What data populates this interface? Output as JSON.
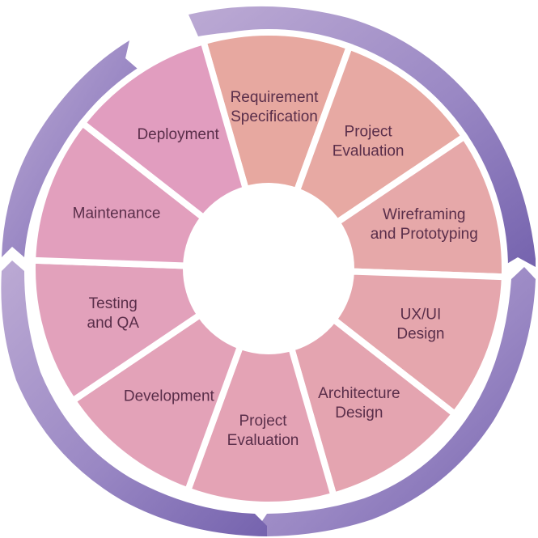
{
  "diagram": {
    "title": "",
    "segments": [
      {
        "lines": [
          "Requirement",
          "Specification"
        ],
        "color": "#e7a8a0"
      },
      {
        "lines": [
          "Project",
          "Evaluation"
        ],
        "color": "#e7a9a3"
      },
      {
        "lines": [
          "Wireframing",
          "and Prototyping"
        ],
        "color": "#e6a8a9"
      },
      {
        "lines": [
          "UX/UI",
          "Design"
        ],
        "color": "#e5a6ad"
      },
      {
        "lines": [
          "Architecture",
          "Design"
        ],
        "color": "#e4a4b0"
      },
      {
        "lines": [
          "Project",
          "Evaluation"
        ],
        "color": "#e4a3b5"
      },
      {
        "lines": [
          "Development"
        ],
        "color": "#e3a2b8"
      },
      {
        "lines": [
          "Testing",
          "and QA"
        ],
        "color": "#e2a1bb"
      },
      {
        "lines": [
          "Maintenance"
        ],
        "color": "#e29fbd"
      },
      {
        "lines": [
          "Deployment"
        ],
        "color": "#e19dbf"
      }
    ],
    "colors": {
      "hub": "#ffffff",
      "divider": "#ffffff",
      "label": "#5a2e4a",
      "ring_light": "#b9a6d2",
      "ring_dark": "#7a68b2"
    }
  }
}
